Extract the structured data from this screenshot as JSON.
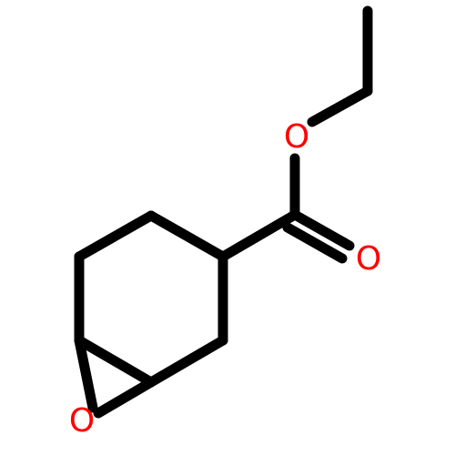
{
  "molecule": {
    "atoms": {
      "ester_o": "O",
      "carbonyl_o": "O",
      "epoxide_o": "O"
    },
    "colors": {
      "bond": "#000000",
      "oxygen": "#ff0000",
      "background": "#ffffff"
    }
  }
}
